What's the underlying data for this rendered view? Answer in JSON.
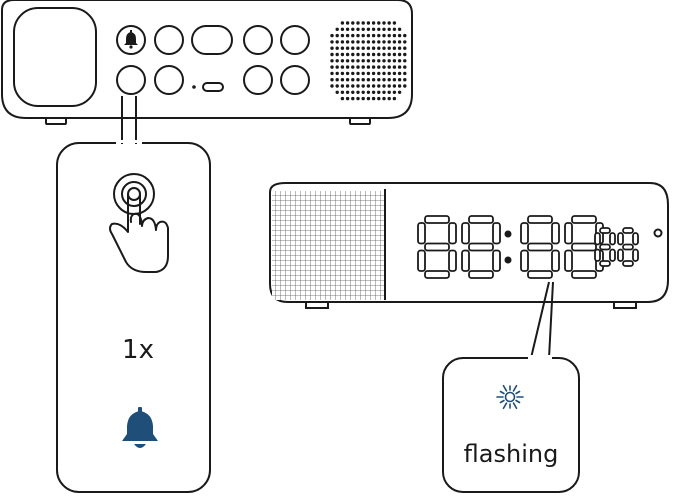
{
  "callout_press": {
    "count_label": "1x",
    "bell_color": "#1f4e79"
  },
  "callout_display": {
    "status_label": "flashing",
    "flash_icon_color": "#1f4e79"
  },
  "clock_display": {
    "digits_big": "88:88",
    "digits_small": "88",
    "degree_symbol": "°"
  },
  "colors": {
    "line": "#1a1a1a",
    "accent": "#1f4e79"
  }
}
